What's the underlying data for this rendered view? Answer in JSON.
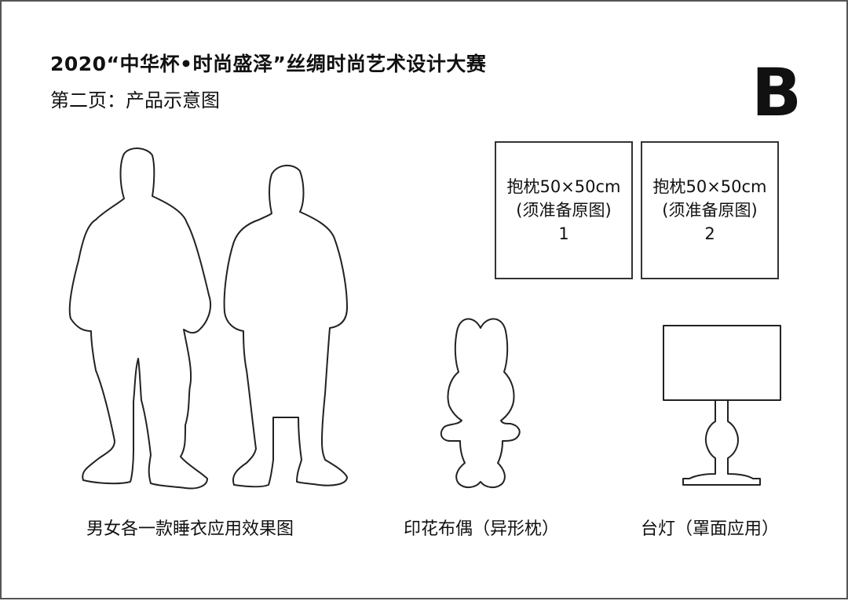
{
  "page": {
    "title": "2020“中华杯•时尚盛泽”丝绸时尚艺术设计大赛",
    "subtitle": "第二页：产品示意图",
    "page_badge": "B"
  },
  "pillows": [
    {
      "line1": "抱枕50×50cm",
      "line2": "(须准备原图)",
      "number": "1"
    },
    {
      "line1": "抱枕50×50cm",
      "line2": "(须准备原图)",
      "number": "2"
    }
  ],
  "captions": {
    "pajamas": "男女各一款睡衣应用效果图",
    "doll": "印花布偶（异形枕）",
    "lamp": "台灯（罩面应用）"
  },
  "colors": {
    "stroke": "#222222",
    "background": "#ffffff",
    "border": "#555555"
  }
}
